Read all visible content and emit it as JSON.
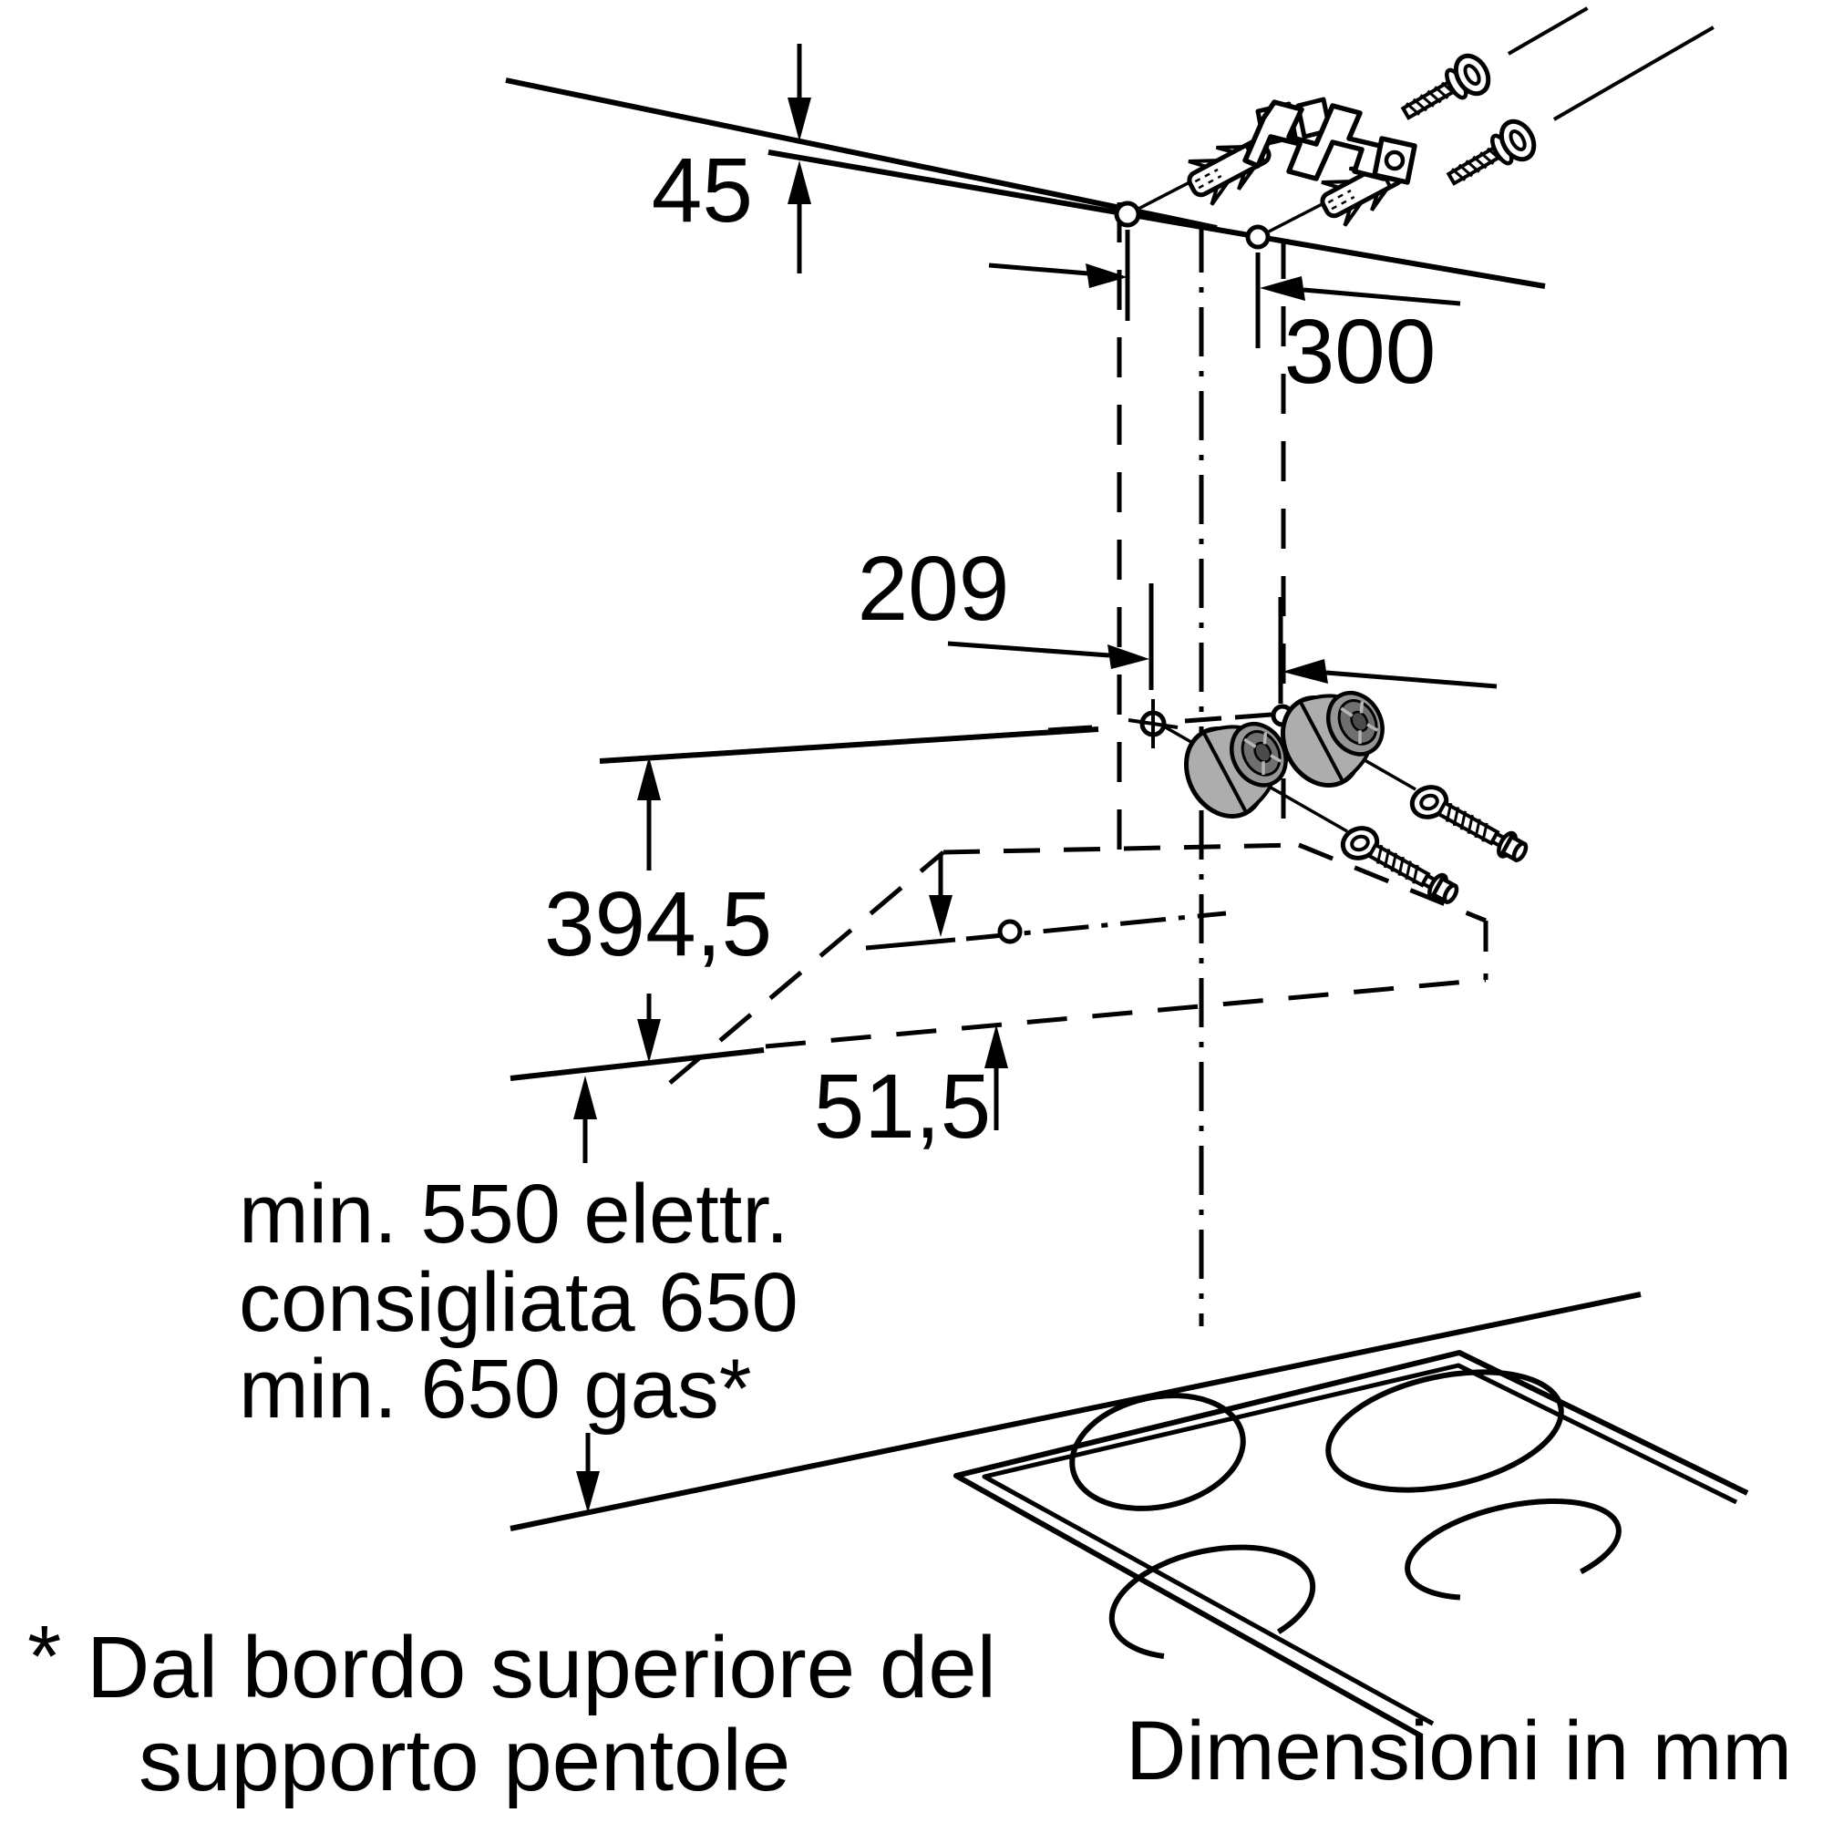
{
  "diagram": {
    "units_note": "Dimensioni in mm",
    "footnote": {
      "marker": "*",
      "line1": "Dal bordo superiore del",
      "line2": "supporto pentole"
    },
    "dims": {
      "ceiling_offset": "45",
      "top_hole_spacing": "300",
      "mid_hole_spacing": "209",
      "chimney_height": "394,5",
      "canopy_back_offset": "51,5"
    },
    "clearance": {
      "line1": "min. 550 elettr.",
      "line2": "consigliata 650",
      "line3": "min. 650 gas*"
    },
    "colors": {
      "line": "#000000",
      "background": "#ffffff",
      "plug_body": "#adadad",
      "plug_cup": "#969696",
      "plug_inner": "#6f6f6f",
      "plug_hub": "#4a4a4a"
    }
  }
}
